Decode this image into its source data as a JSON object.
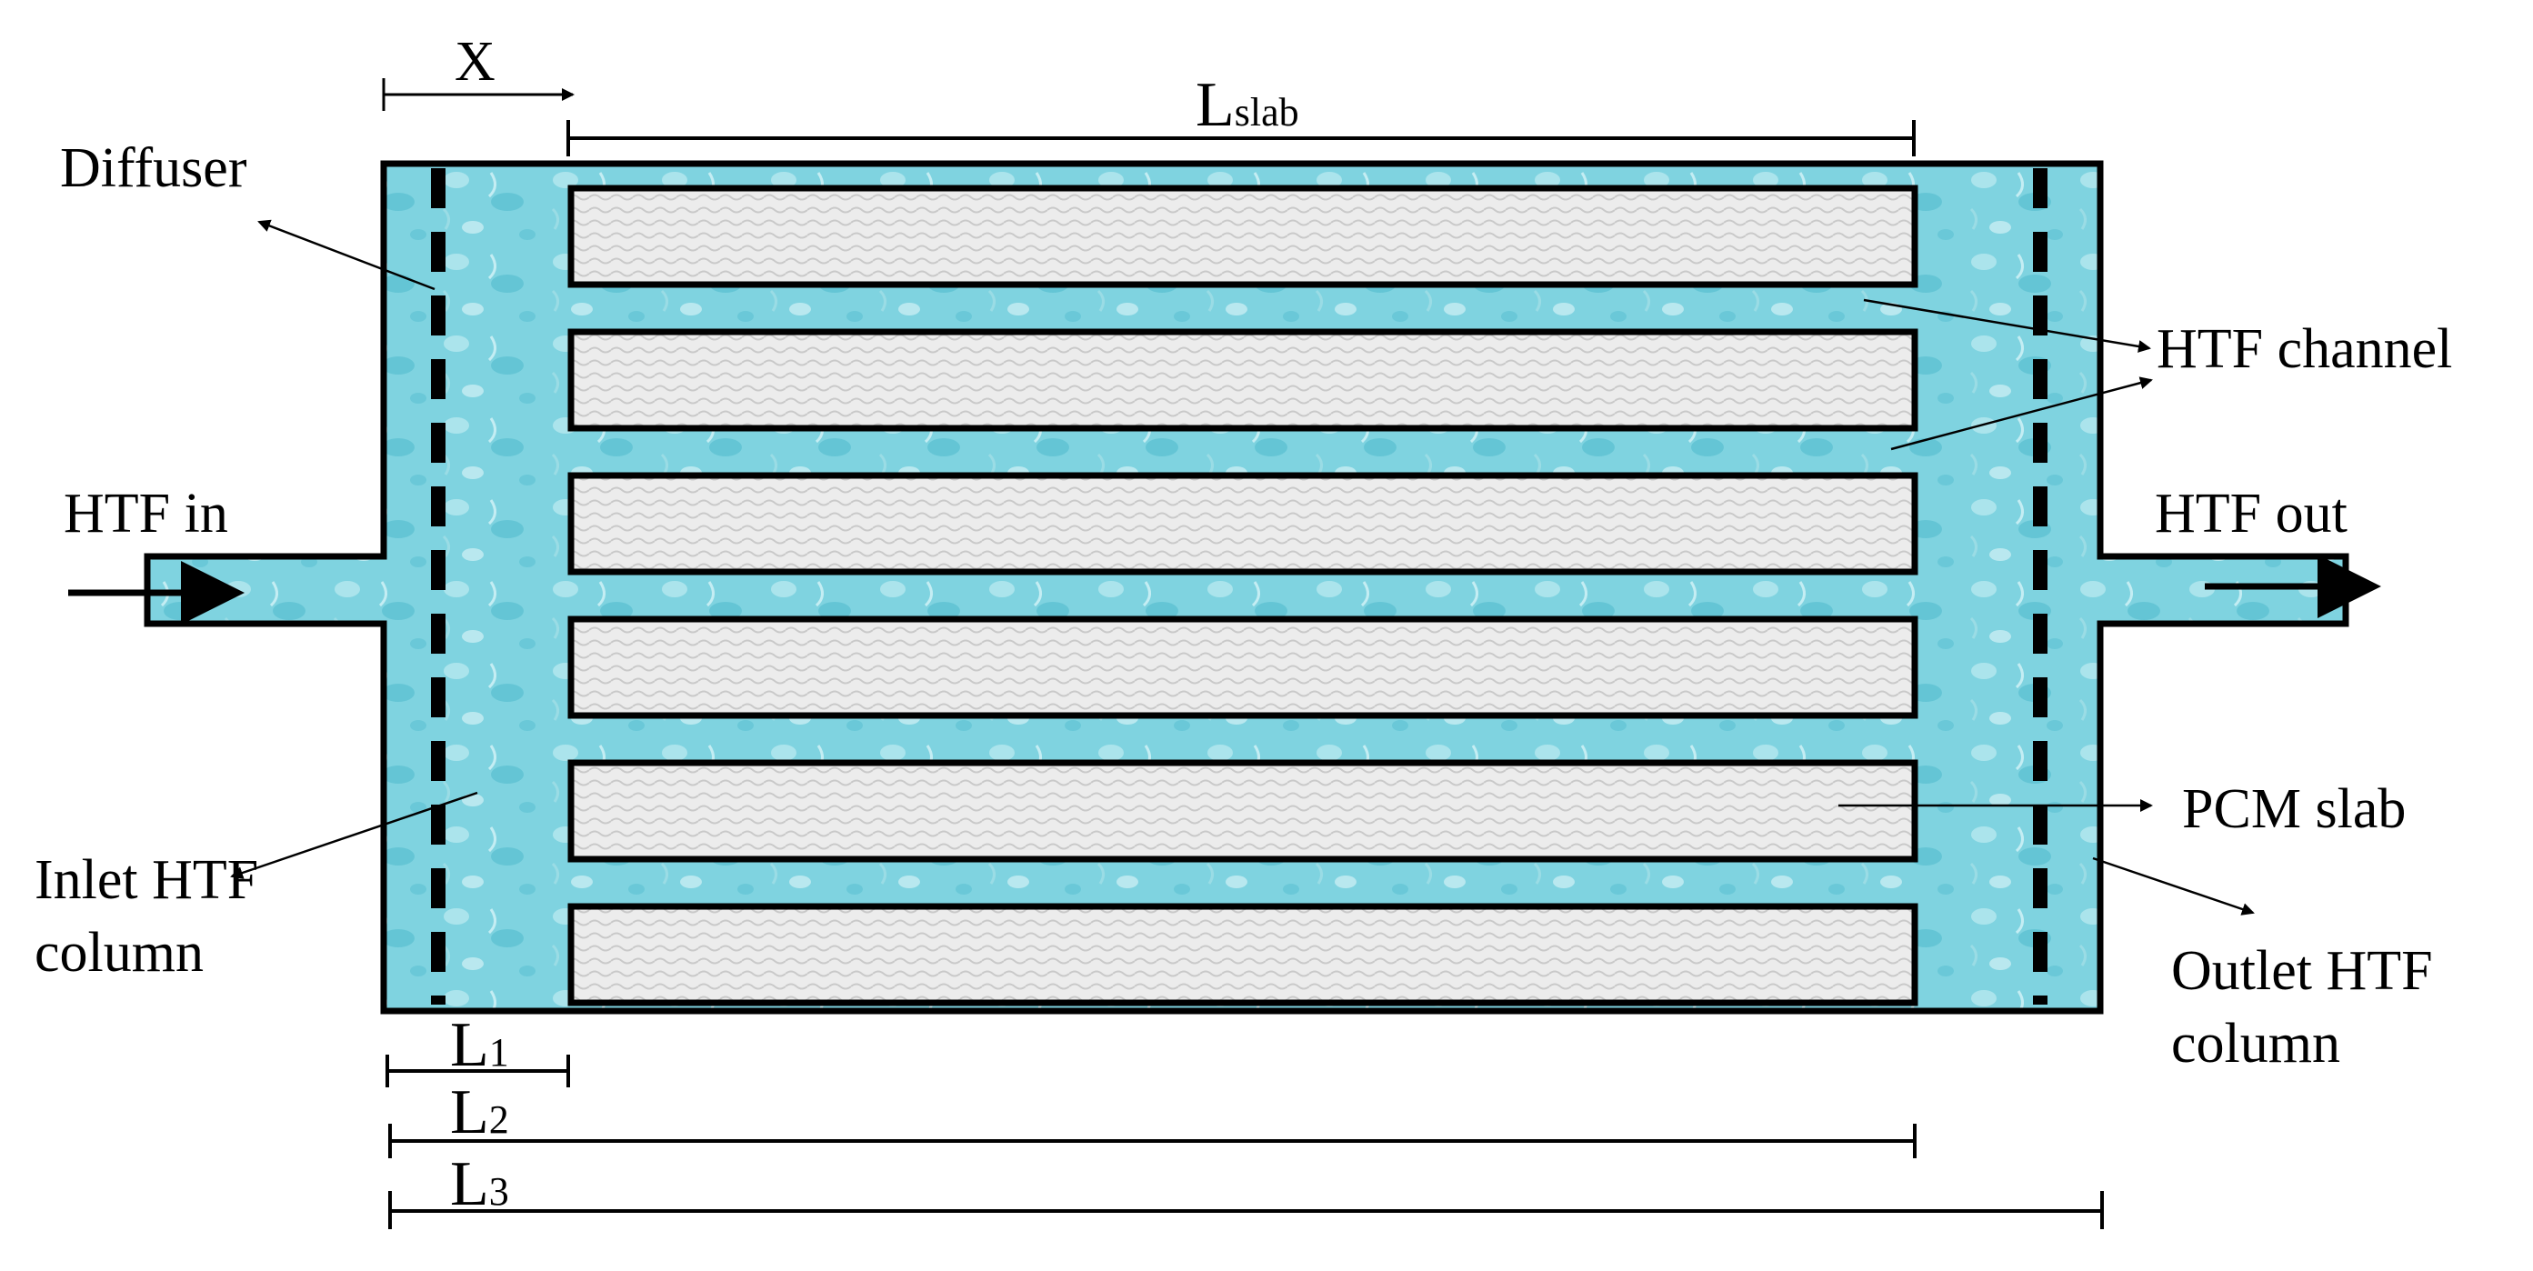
{
  "labels": {
    "x": "X",
    "l_slab_main": "L",
    "l_slab_sub": "slab",
    "diffuser": "Diffuser",
    "htf_channel": "HTF channel",
    "htf_in": "HTF in",
    "htf_out": "HTF out",
    "pcm_slab": "PCM slab",
    "inlet_line1": "Inlet HTF",
    "inlet_line2": "column",
    "outlet_line1": "Outlet HTF",
    "outlet_line2": "column",
    "l1_main": "L",
    "l1_sub": "1",
    "l2_main": "L",
    "l2_sub": "2",
    "l3_main": "L",
    "l3_sub": "3"
  },
  "colors": {
    "htf_fluid": "#7fd3e0",
    "htf_fluid_light": "#b6e8ef",
    "htf_fluid_dark": "#4fb9cc",
    "pcm_fill": "#ececec",
    "pcm_texture": "#c9c9c9",
    "outline": "#000000"
  },
  "slab_count": 6
}
